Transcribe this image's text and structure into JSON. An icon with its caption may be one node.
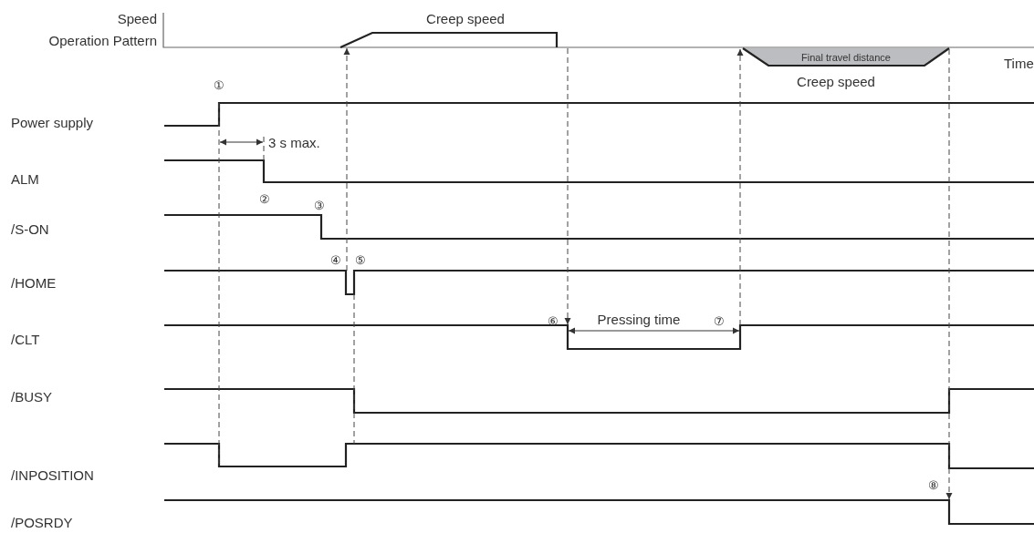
{
  "diagram": {
    "labels": [
      "Speed",
      "Creep speed",
      "Operation Pattern",
      "Final travel distance",
      "Time",
      "①",
      "Creep speed",
      "Power supply",
      "3 s max.",
      "ALM",
      "②",
      "③",
      "/S-ON",
      "④",
      "⑤",
      "/HOME",
      "⑥",
      "Pressing time",
      "⑦",
      "/CLT",
      "/BUSY",
      "/INPOSITION",
      "⑧",
      "/POSRDY"
    ]
  }
}
